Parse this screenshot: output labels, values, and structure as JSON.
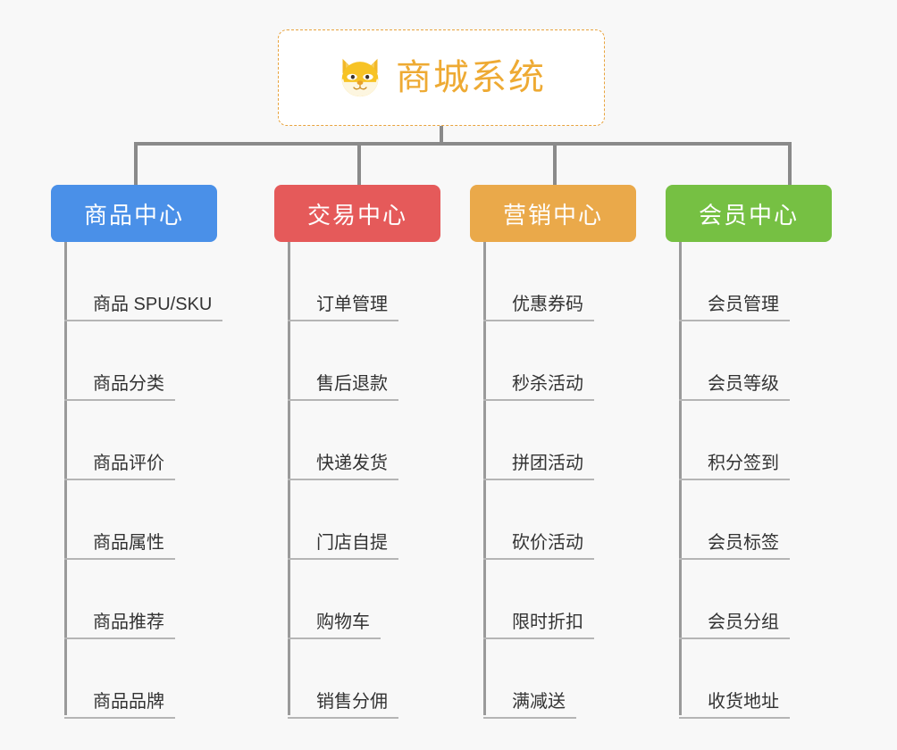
{
  "background_color": "#f8f8f8",
  "root": {
    "icon": "dog-face-icon",
    "title": "商城系统",
    "title_color": "#eeaa33",
    "border_color": "#e8a33d",
    "background": "#ffffff"
  },
  "connector_color": "#8a8a8a",
  "columns": [
    {
      "title": "商品中心",
      "color": "#4a90e8",
      "items": [
        "商品 SPU/SKU",
        "商品分类",
        "商品评价",
        "商品属性",
        "商品推荐",
        "商品品牌"
      ]
    },
    {
      "title": "交易中心",
      "color": "#e55a5a",
      "items": [
        "订单管理",
        "售后退款",
        "快递发货",
        "门店自提",
        "购物车",
        "销售分佣"
      ]
    },
    {
      "title": "营销中心",
      "color": "#eaa94a",
      "items": [
        "优惠券码",
        "秒杀活动",
        "拼团活动",
        "砍价活动",
        "限时折扣",
        "满减送"
      ]
    },
    {
      "title": "会员中心",
      "color": "#76c043",
      "items": [
        "会员管理",
        "会员等级",
        "积分签到",
        "会员标签",
        "会员分组",
        "收货地址"
      ]
    }
  ]
}
